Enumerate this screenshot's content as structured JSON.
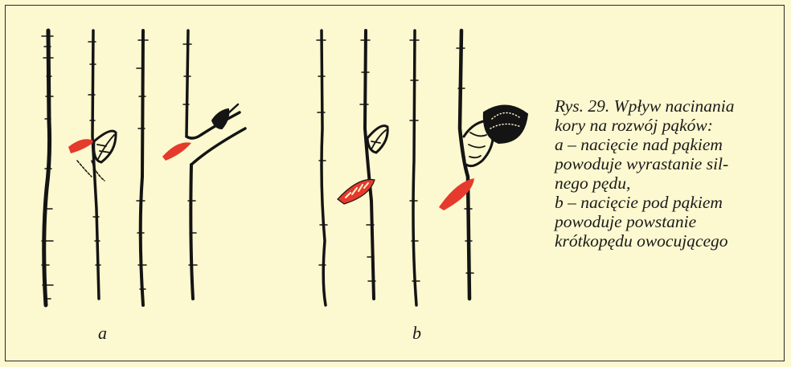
{
  "caption": {
    "lines": [
      "Rys. 29. Wpływ nacinania",
      "kory na rozwój pąków:",
      "a – nacięcie nad pąkiem",
      "powoduje wyrastanie sil-",
      "nego pędu,",
      "b – nacięcie pod pąkiem",
      "powoduje powstanie",
      "krótkopędu owocującego"
    ]
  },
  "panels": {
    "a": "a",
    "b": "b"
  },
  "colors": {
    "background": "#fcf8cf",
    "ink": "#141414",
    "cut": "#e53a2c"
  }
}
